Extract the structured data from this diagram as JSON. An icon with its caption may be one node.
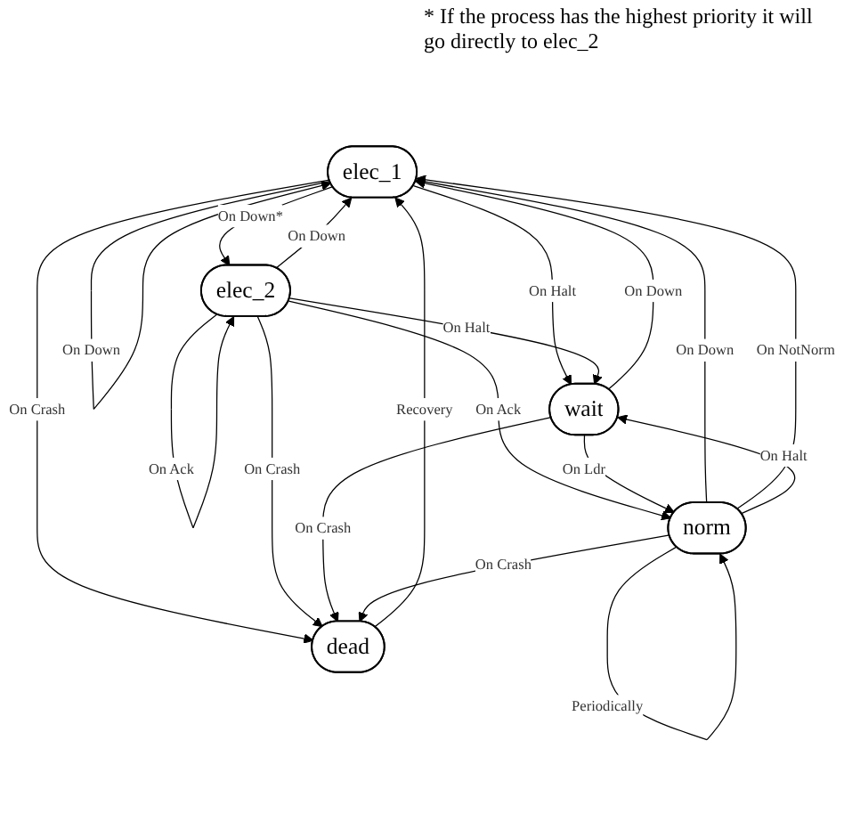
{
  "diagram": {
    "nodes": [
      {
        "text": [
          "elec_1"
        ]
      },
      {
        "text": [
          "elec_2"
        ]
      },
      {
        "text": [
          "wait"
        ]
      },
      {
        "text": [
          "norm"
        ]
      },
      {
        "text": [
          "dead"
        ]
      }
    ],
    "edges": [
      {
        "from": 0,
        "to": 0,
        "arrow": "to",
        "label": "On Down"
      },
      {
        "from": 0,
        "to": 1,
        "arrow": "to",
        "label": "On Down*"
      },
      {
        "from": 1,
        "to": 0,
        "arrow": "to",
        "label": "On Down"
      },
      {
        "from": 0,
        "to": 2,
        "arrow": "to",
        "label": "On Halt"
      },
      {
        "from": 2,
        "to": 0,
        "arrow": "to",
        "label": "On Down"
      },
      {
        "from": 1,
        "to": 2,
        "arrow": "to",
        "label": "On Halt"
      },
      {
        "from": 1,
        "to": 1,
        "arrow": "to",
        "label": "On Ack"
      },
      {
        "from": 1,
        "to": 3,
        "arrow": "to",
        "label": "On Ack"
      },
      {
        "from": 3,
        "to": 0,
        "arrow": "to",
        "label": "On Down"
      },
      {
        "from": 3,
        "to": 0,
        "arrow": "to",
        "label": "On NotNorm"
      },
      {
        "from": 4,
        "to": 0,
        "arrow": "to",
        "label": "Recovery"
      },
      {
        "from": 0,
        "to": 4,
        "arrow": "to",
        "label": "On Crash"
      },
      {
        "from": 1,
        "to": 4,
        "arrow": "to",
        "label": "On Crash"
      },
      {
        "from": 2,
        "to": 4,
        "arrow": "to",
        "label": "On Crash"
      },
      {
        "from": 2,
        "to": 3,
        "arrow": "to",
        "label": "On Ldr"
      },
      {
        "from": 3,
        "to": 2,
        "arrow": "to",
        "label": "On Halt"
      },
      {
        "from": 3,
        "to": 3,
        "arrow": "to",
        "label": "Periodically"
      },
      {
        "from": 3,
        "to": 4,
        "arrow": "to",
        "label": "On Crash"
      }
    ],
    "labels": [
      "* If the process has the highest priority it will go directly to elec_2"
    ]
  }
}
